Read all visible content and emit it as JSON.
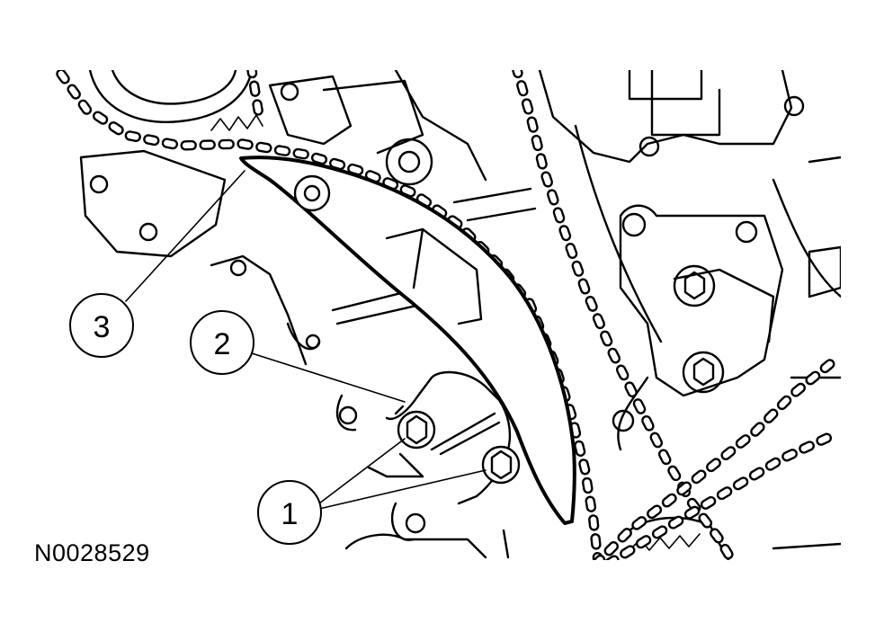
{
  "figure": {
    "id_label": "N0028529"
  },
  "callouts": [
    {
      "label": "1"
    },
    {
      "label": "2"
    },
    {
      "label": "3"
    }
  ]
}
